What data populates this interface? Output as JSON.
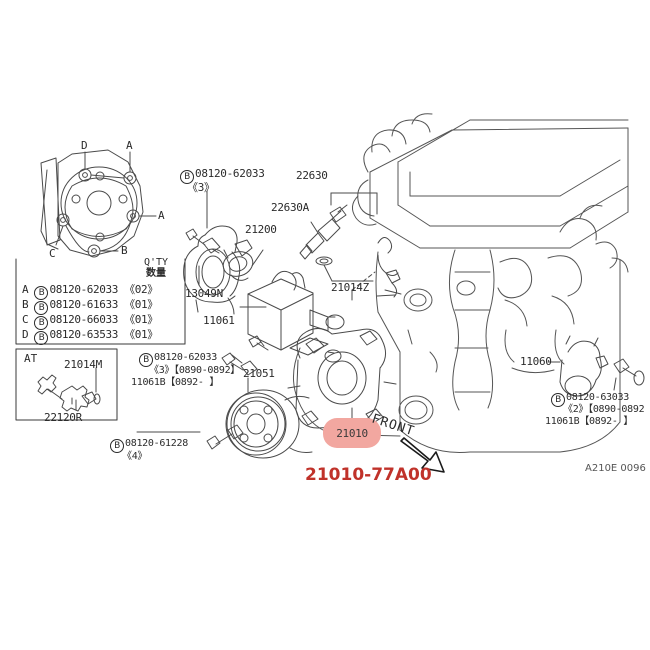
{
  "diagram": {
    "title": "21010-77A00",
    "drawing_code": "A210E 0096",
    "front_label": "FRONT",
    "highlight": {
      "label": "21010",
      "fill_color": "#f2a7a0",
      "text_color": "#3a3a3a"
    },
    "part_number": {
      "text": "21010-77A00",
      "color": "#c0322a"
    }
  },
  "qty_table": {
    "header_en": "Q'TY",
    "header_jp": "数量",
    "rows": [
      {
        "key": "A",
        "badge": "B",
        "part": "08120-62033",
        "qty": "《02》"
      },
      {
        "key": "B",
        "badge": "B",
        "part": "08120-61633",
        "qty": "《01》"
      },
      {
        "key": "C",
        "badge": "B",
        "part": "08120-66033",
        "qty": "《01》"
      },
      {
        "key": "D",
        "badge": "B",
        "part": "08120-63533",
        "qty": "《01》"
      }
    ]
  },
  "mount_pattern": {
    "callouts": [
      "D",
      "A",
      "A",
      "B",
      "C"
    ]
  },
  "at_box": {
    "title": "AT",
    "labels": [
      {
        "text": "21014M"
      },
      {
        "text": "22120R"
      }
    ]
  },
  "callouts": [
    {
      "id": "c-08120-62033-3",
      "badge": "B",
      "text": "08120-62033",
      "sub": "《3》"
    },
    {
      "id": "c-22630",
      "text": "22630"
    },
    {
      "id": "c-22630A",
      "text": "22630A"
    },
    {
      "id": "c-21200",
      "text": "21200"
    },
    {
      "id": "c-13049N",
      "text": "13049N"
    },
    {
      "id": "c-11061",
      "text": "11061"
    },
    {
      "id": "c-21014Z",
      "text": "21014Z"
    },
    {
      "id": "c-21051",
      "text": "21051"
    },
    {
      "id": "c-11060",
      "text": "11060"
    }
  ],
  "notes": {
    "left_bolt_note": {
      "badge": "B",
      "line1": "08120-62033",
      "line2": "《3》【0890-0892】",
      "line3": "11061B【0892-      】"
    },
    "pulley_bolt_note": {
      "badge": "B",
      "line1": "08120-61228",
      "line2": "《4》"
    },
    "right_bolt_note": {
      "badge": "B",
      "line1": "08120-63033",
      "line2": "《2》【0890-0892",
      "line3": "11061B【0892-    】"
    }
  }
}
